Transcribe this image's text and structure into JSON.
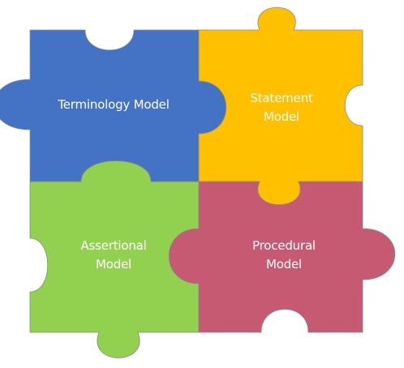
{
  "pieces": [
    {
      "id": "terminology",
      "lines": [
        "Terminology Model"
      ],
      "color": "#4472C4"
    },
    {
      "id": "statement",
      "lines": [
        "Statement",
        "Model"
      ],
      "color": "#FFC000"
    },
    {
      "id": "assertional",
      "lines": [
        "Assertional",
        "Model"
      ],
      "color": "#92D050"
    },
    {
      "id": "procedural",
      "lines": [
        "Procedural",
        "Model"
      ],
      "color": "#C55A72"
    }
  ]
}
